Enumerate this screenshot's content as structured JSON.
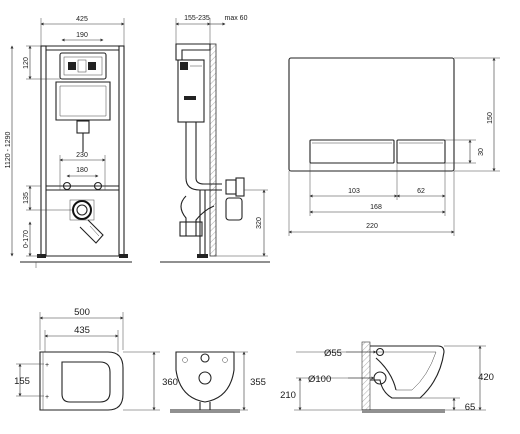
{
  "frame_front": {
    "width": "425",
    "inner_width": "190",
    "top_block": "120",
    "height_range": "1120 - 1290",
    "pipe_spacing": "230",
    "bolt_spacing": "180",
    "drain_height": "135",
    "foot_range": "0-170"
  },
  "frame_side": {
    "depth_range": "155-235",
    "max_offset": "max 60",
    "height": "320"
  },
  "flush_plate": {
    "height": "150",
    "button_height": "30",
    "button_left": "103",
    "button_gap": "62",
    "buttons_total": "168",
    "width": "220"
  },
  "bowl_top": {
    "length": "500",
    "inner_length": "435",
    "width": "360",
    "bolt_spacing": "155"
  },
  "bowl_back": {
    "height": "355"
  },
  "bowl_side": {
    "inlet_diameter": "Ø55",
    "outlet_diameter": "Ø100",
    "height": "420",
    "outlet_height": "210",
    "inlet_offset": "65"
  }
}
